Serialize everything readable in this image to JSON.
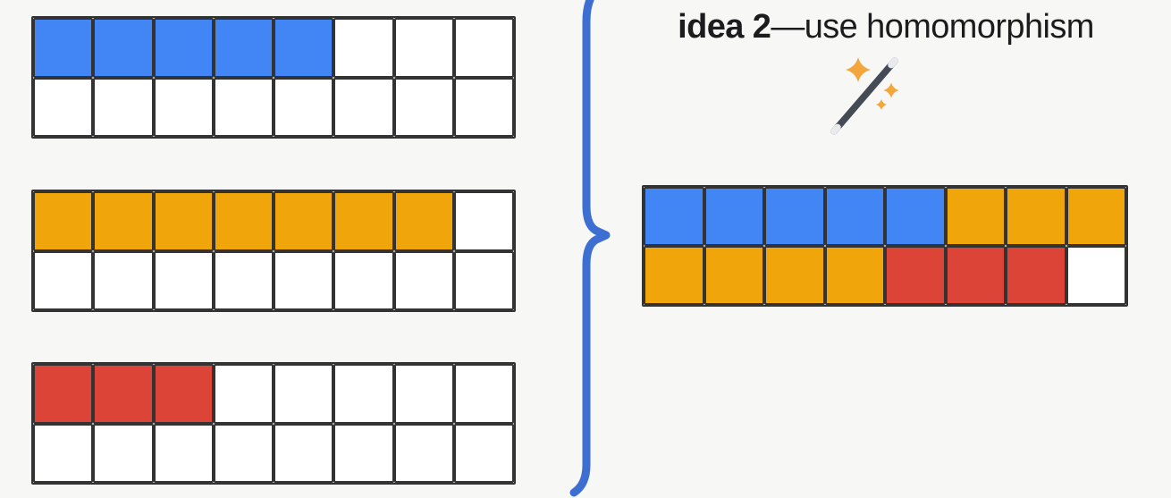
{
  "title": {
    "bold": "idea 2",
    "rest": "—use homomorphism"
  },
  "icons": {
    "wand": "magic-wand-icon"
  },
  "colors": {
    "background": "#F7F7F6",
    "grid_line": "#333333",
    "blue": "#4285F4",
    "orange": "#F0A60B",
    "red": "#DB4437",
    "white": "#FFFFFF",
    "title_text": "#1C1C1E",
    "brace": "#3D6FD2",
    "wand_dark": "#454B54",
    "wand_tip": "#E8EAED",
    "sparkle": "#F2A63B"
  },
  "grids": {
    "addend1": {
      "label": "addend grid 1 (5 blue of 16)",
      "rows": [
        [
          "blue",
          "blue",
          "blue",
          "blue",
          "blue",
          "white",
          "white",
          "white"
        ],
        [
          "white",
          "white",
          "white",
          "white",
          "white",
          "white",
          "white",
          "white"
        ]
      ]
    },
    "addend2": {
      "label": "addend grid 2 (7 orange of 16)",
      "rows": [
        [
          "orange",
          "orange",
          "orange",
          "orange",
          "orange",
          "orange",
          "orange",
          "white"
        ],
        [
          "white",
          "white",
          "white",
          "white",
          "white",
          "white",
          "white",
          "white"
        ]
      ]
    },
    "addend3": {
      "label": "addend grid 3 (3 red of 16)",
      "rows": [
        [
          "red",
          "red",
          "red",
          "white",
          "white",
          "white",
          "white",
          "white"
        ],
        [
          "white",
          "white",
          "white",
          "white",
          "white",
          "white",
          "white",
          "white"
        ]
      ]
    },
    "result": {
      "label": "result grid (5 blue + 7 orange + 3 red of 16)",
      "rows": [
        [
          "blue",
          "blue",
          "blue",
          "blue",
          "blue",
          "orange",
          "orange",
          "orange"
        ],
        [
          "orange",
          "orange",
          "orange",
          "orange",
          "red",
          "red",
          "red",
          "white"
        ]
      ]
    }
  }
}
